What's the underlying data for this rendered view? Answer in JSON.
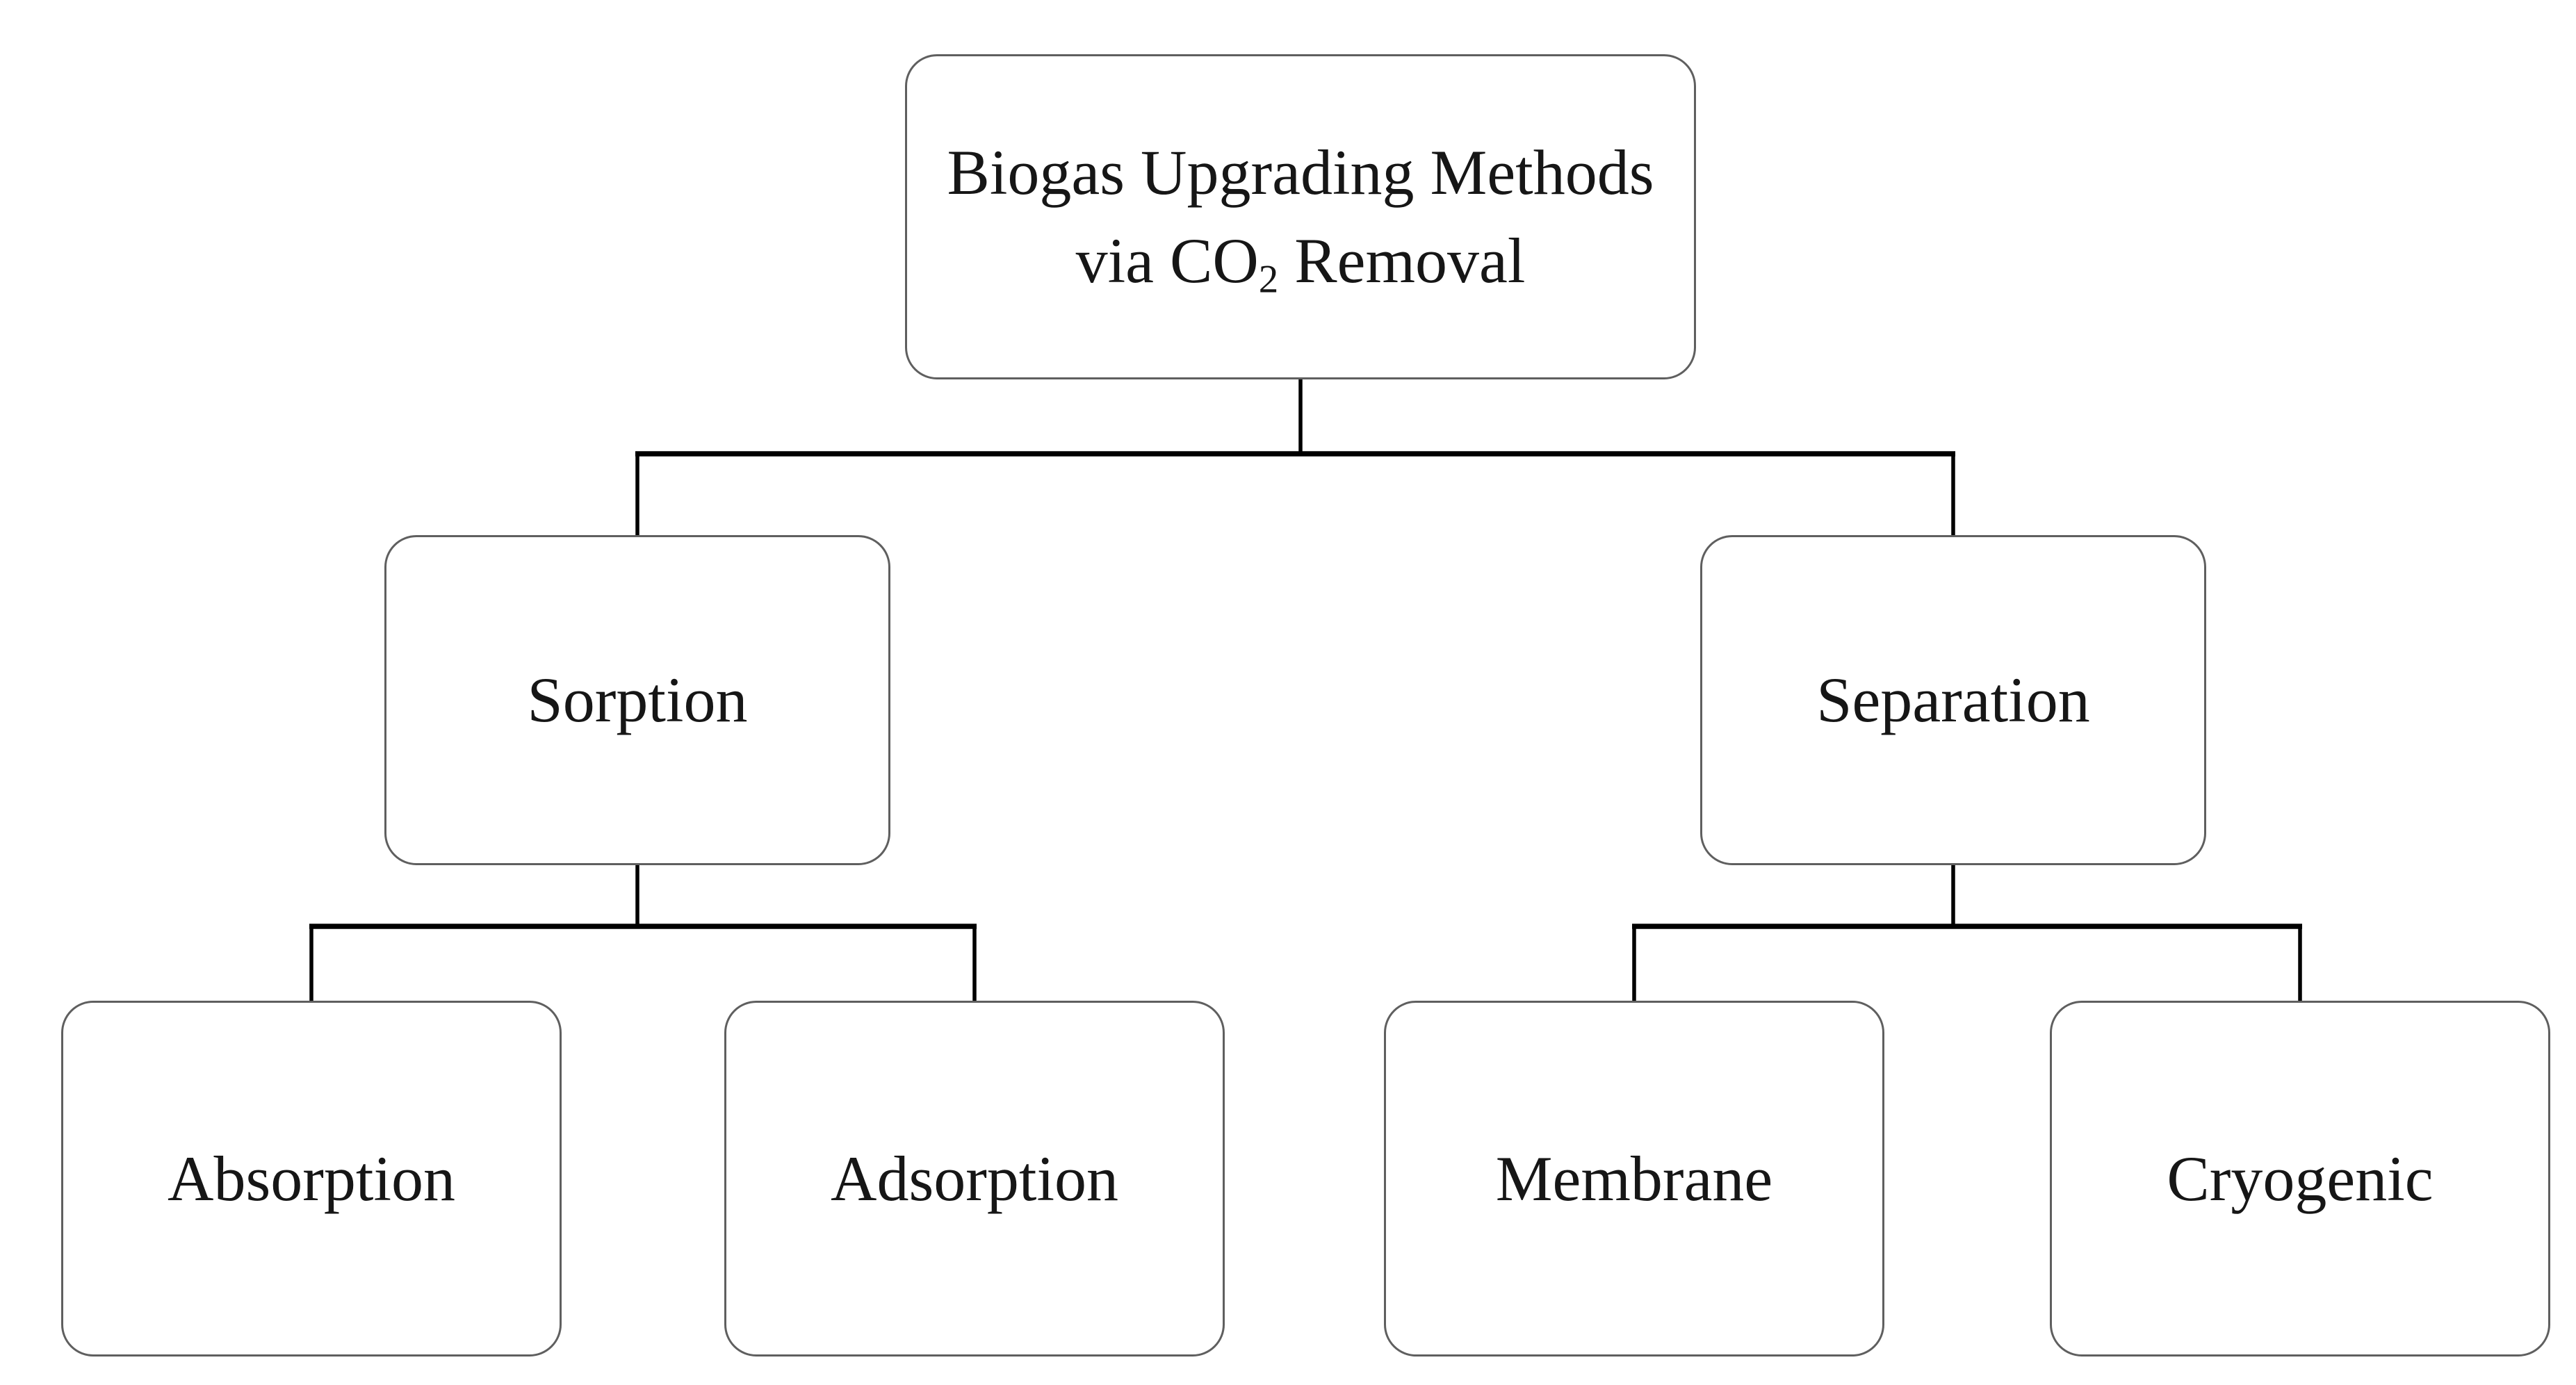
{
  "colors": {
    "background": "#ffffff",
    "box_border": "#5f5f5f",
    "text": "#161616",
    "connector": "#000000"
  },
  "nodes": {
    "root": {
      "line1": "Biogas Upgrading Methods",
      "line2_pre": "via CO",
      "sub": "2",
      "line2_post": " Removal"
    },
    "sorption": {
      "label": "Sorption"
    },
    "separation": {
      "label": "Separation"
    },
    "absorption": {
      "label": "Absorption"
    },
    "adsorption": {
      "label": "Adsorption"
    },
    "membrane": {
      "label": "Membrane"
    },
    "cryogenic": {
      "label": "Cryogenic"
    }
  },
  "edges": [
    [
      "root",
      "sorption"
    ],
    [
      "root",
      "separation"
    ],
    [
      "sorption",
      "absorption"
    ],
    [
      "sorption",
      "adsorption"
    ],
    [
      "separation",
      "membrane"
    ],
    [
      "separation",
      "cryogenic"
    ]
  ]
}
